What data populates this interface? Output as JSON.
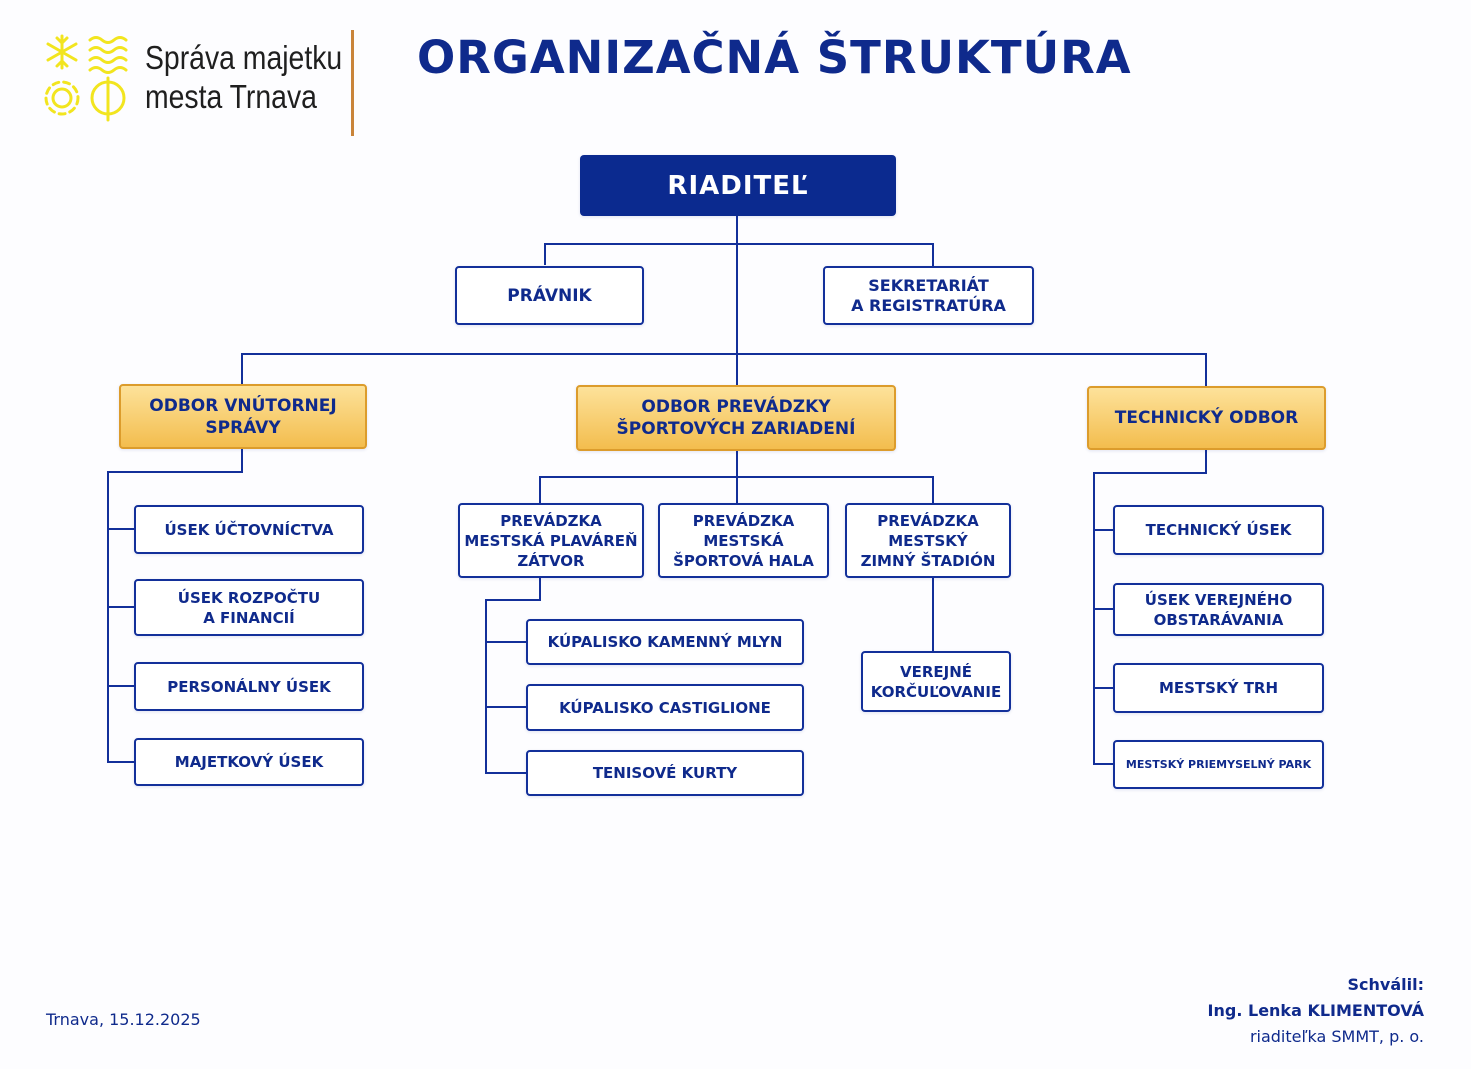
{
  "header": {
    "org_name_line1": "Správa majetku",
    "org_name_line2": "mesta Trnava",
    "title": "ORGANIZAČNÁ ŠTRUKTÚRA",
    "logo_icon": "snowflake-waves-gear-ball-icon"
  },
  "colors": {
    "navy": "#0b2a8f",
    "gold": "#f3bd4e",
    "divider": "#c9843a",
    "logo_yellow": "#f2e51f"
  },
  "chart": {
    "director": "RIADITEĽ",
    "lawyer": "PRÁVNIK",
    "secretariat": "SEKRETARIÁT\nA REGISTRATÚRA",
    "departments": [
      {
        "name": "ODBOR VNÚTORNEJ\nSPRÁVY",
        "units": [
          "ÚSEK ÚČTOVNÍCTVA",
          "ÚSEK ROZPOČTU\nA FINANCIÍ",
          "PERSONÁLNY ÚSEK",
          "MAJETKOVÝ ÚSEK"
        ]
      },
      {
        "name": "ODBOR PREVÁDZKY\nŠPORTOVÝCH ZARIADENÍ",
        "units": [
          {
            "name": "PREVÁDZKA\nMESTSKÁ PLAVÁREŇ\nZÁTVOR",
            "subunits": [
              "KÚPALISKO KAMENNÝ MLYN",
              "KÚPALISKO CASTIGLIONE",
              "TENISOVÉ KURTY"
            ]
          },
          {
            "name": "PREVÁDZKA\nMESTSKÁ\nŠPORTOVÁ HALA"
          },
          {
            "name": "PREVÁDZKA\nMESTSKÝ\nZIMNÝ ŠTADIÓN",
            "subunits": [
              "VEREJNÉ\nKORČUĽOVANIE"
            ]
          }
        ]
      },
      {
        "name": "TECHNICKÝ ODBOR",
        "units": [
          "TECHNICKÝ ÚSEK",
          "ÚSEK VEREJNÉHO\nOBSTARÁVANIA",
          "MESTSKÝ TRH",
          "MESTSKÝ PRIEMYSELNÝ PARK"
        ]
      }
    ]
  },
  "footer": {
    "date": "Trnava, 15.12.2025",
    "approved_label": "Schválil:",
    "approver_name": "Ing. Lenka KLIMENTOVÁ",
    "approver_role": "riaditeľka SMMT, p. o."
  }
}
